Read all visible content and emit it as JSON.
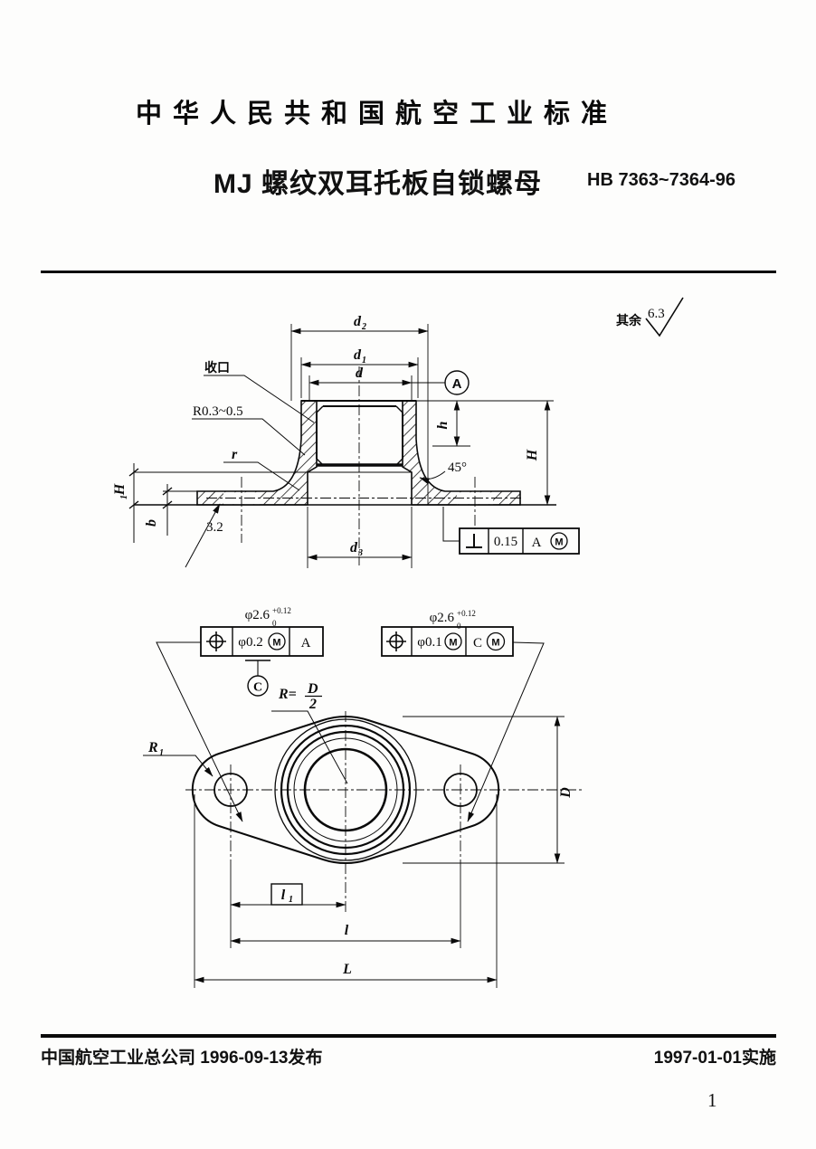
{
  "header": {
    "title": "中华人民共和国航空工业标准",
    "subtitle": "MJ 螺纹双耳托板自锁螺母",
    "standard_no": "HB 7363~7364-96"
  },
  "general_roughness": {
    "label": "其余",
    "value": "6.3"
  },
  "section_view": {
    "callouts": {
      "crimp": "收口",
      "fillet_range": "R0.3~0.5",
      "fillet": "r",
      "roughness": "3.2",
      "chamfer_angle": "45°"
    },
    "datum_a": "A",
    "dims": {
      "d2": {
        "base": "d",
        "sub": "2"
      },
      "d1": {
        "base": "d",
        "sub": "1"
      },
      "d": "d",
      "d3": {
        "base": "d",
        "sub": "3"
      },
      "h": "h",
      "H": "H",
      "H1": {
        "base": "H",
        "sub": "1"
      },
      "b": "b"
    },
    "fcf": {
      "symbol": "⊥",
      "tolerance": "0.15",
      "datum": "A",
      "modifier": "M"
    }
  },
  "plan_view": {
    "hole_callout_left": {
      "dia": "φ2.6",
      "upper": "+0.12",
      "lower": "0"
    },
    "hole_callout_right": {
      "dia": "φ2.6",
      "upper": "+0.12",
      "lower": "0"
    },
    "fcf_left": {
      "tolerance": "φ0.2",
      "modifier": "M",
      "datum": "A"
    },
    "fcf_right": {
      "tolerance": "φ0.1",
      "modifier": "M",
      "datum": "C",
      "datum_modifier": "M"
    },
    "datum_c": "C",
    "callouts": {
      "R1": {
        "base": "R",
        "sub": "1"
      },
      "radius_eq": "R=",
      "radius_num": "D",
      "radius_den": "2"
    },
    "dims": {
      "D": "D",
      "l1": {
        "base": "l",
        "sub": "1"
      },
      "l": "l",
      "L": "L"
    }
  },
  "footer": {
    "issuer": "中国航空工业总公司",
    "issue_date": "1996-09-13",
    "issue_suffix": "发布",
    "impl_date": "1997-01-01",
    "impl_suffix": "实施",
    "page_number": "1"
  }
}
